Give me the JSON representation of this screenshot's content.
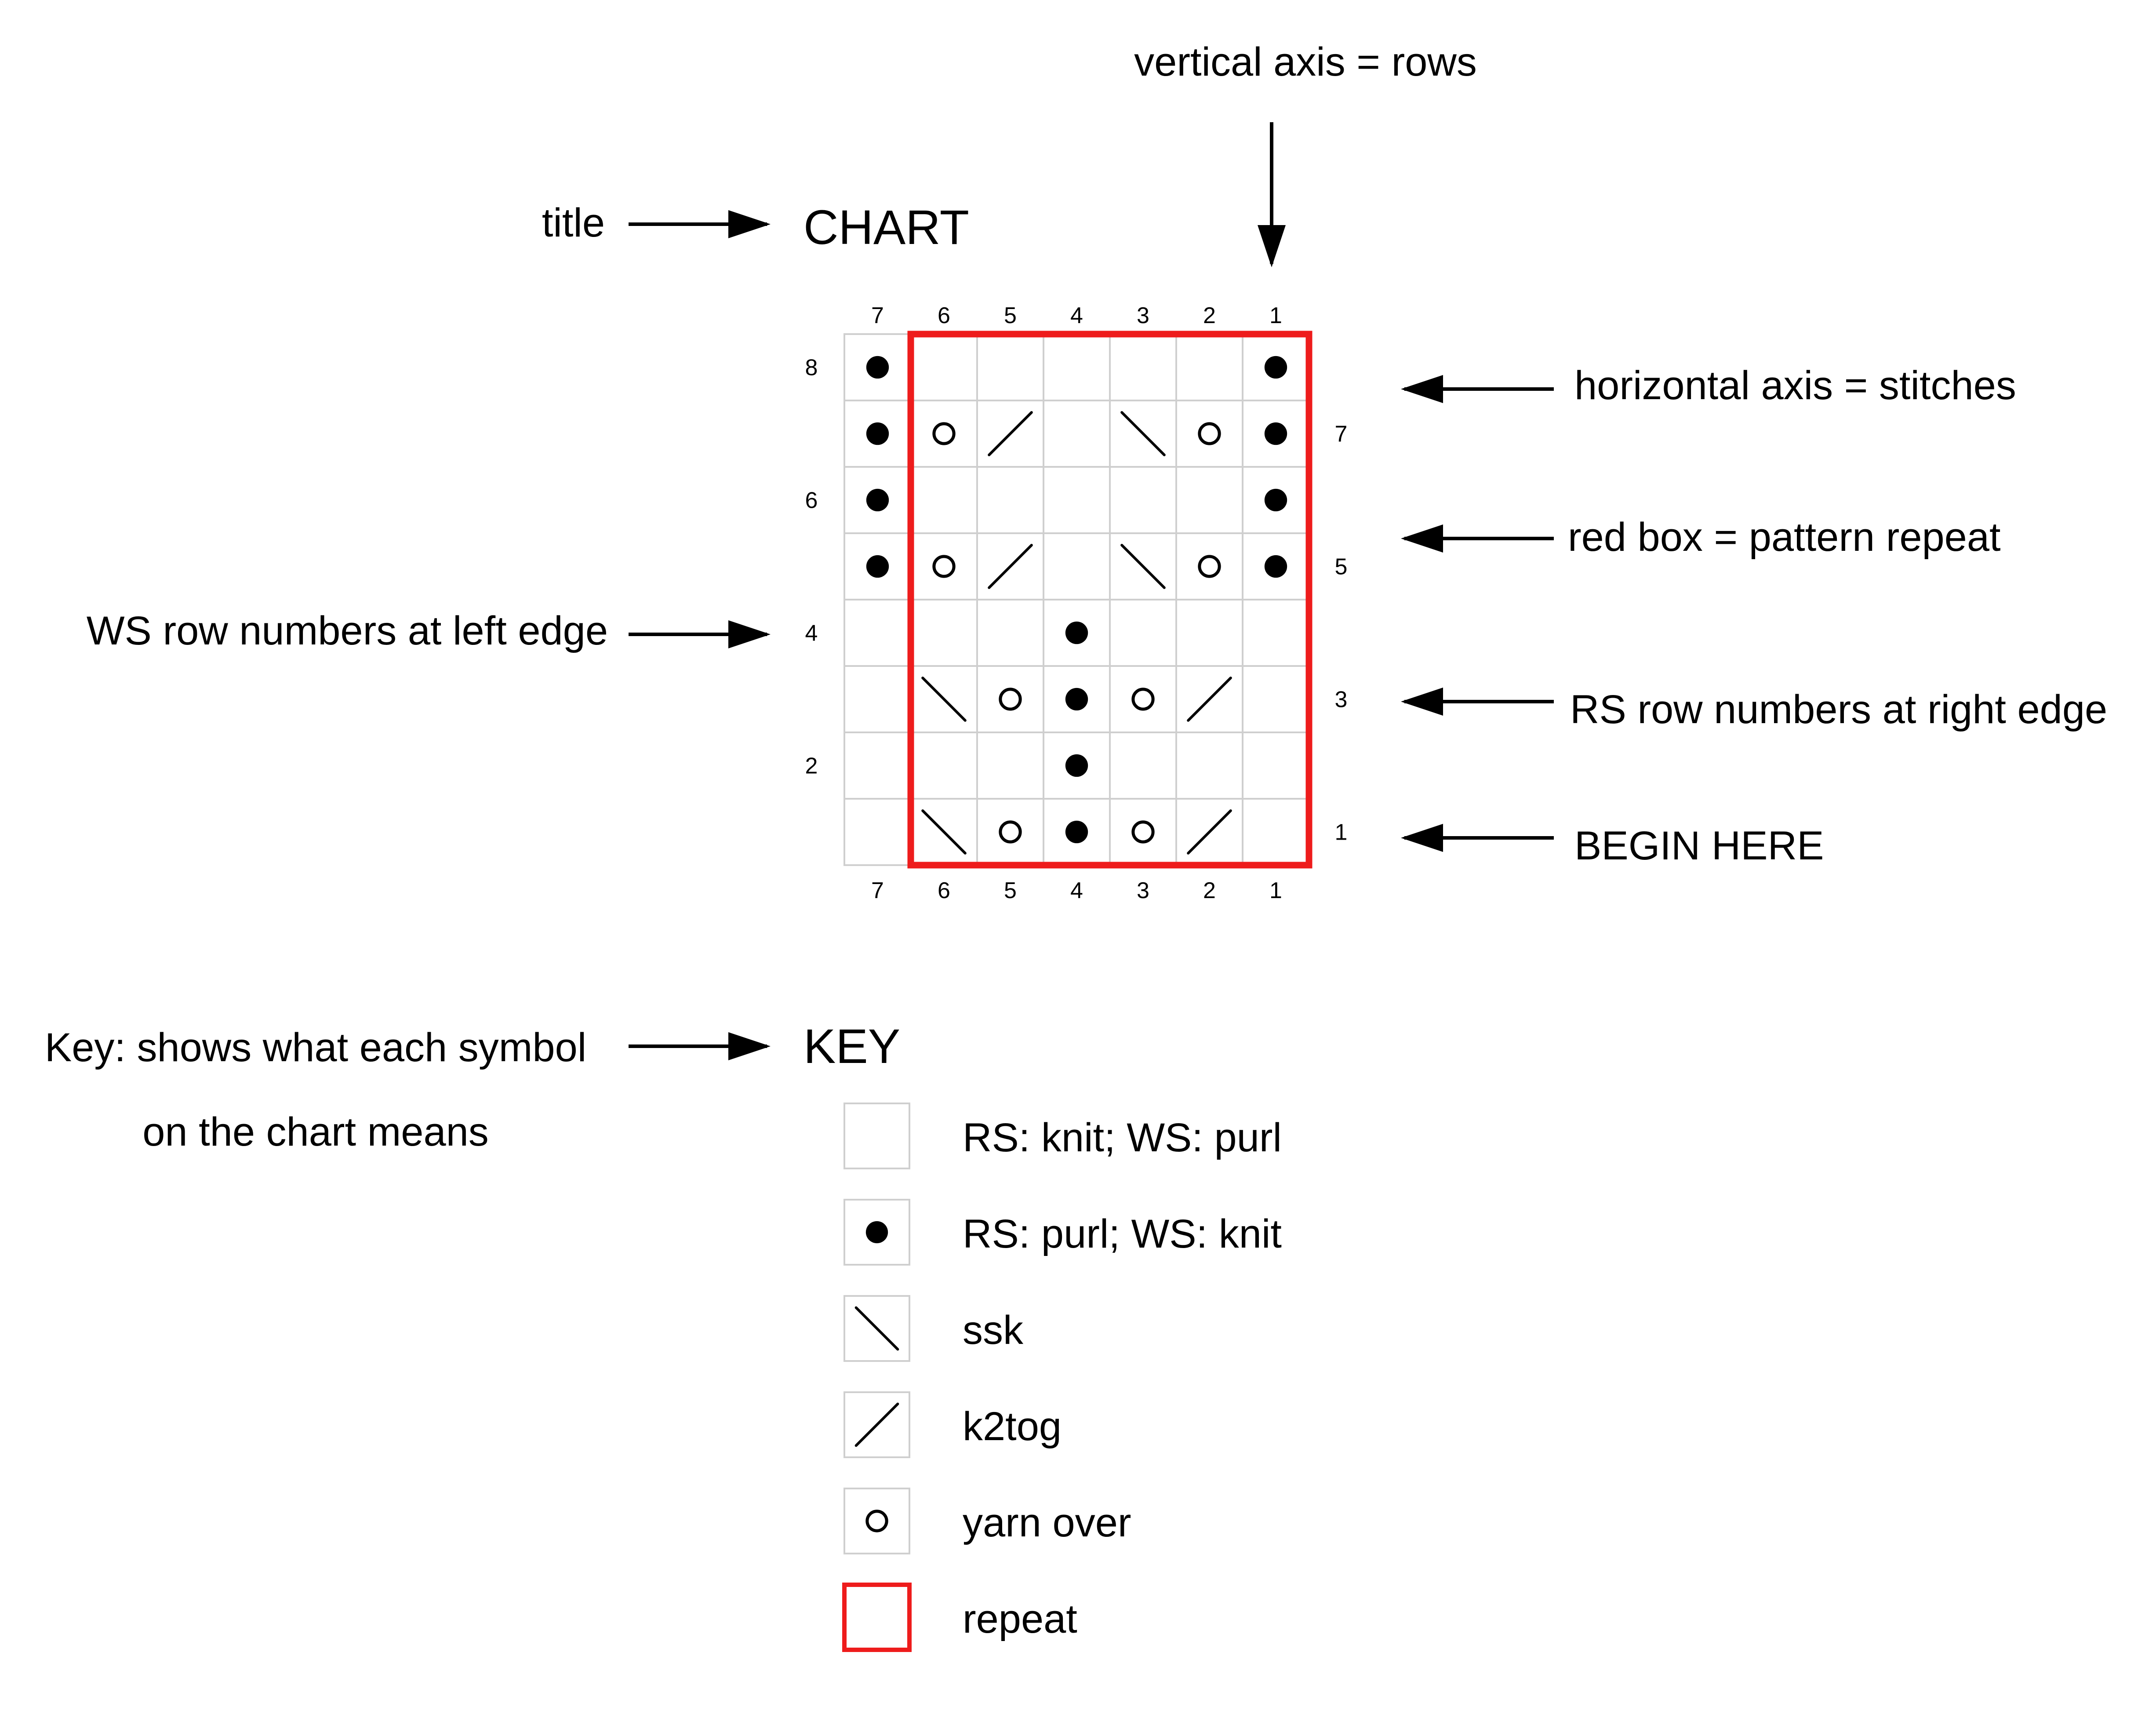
{
  "title": "CHART",
  "annotations": {
    "title": "title",
    "vertical_axis": "vertical axis = rows",
    "horizontal_axis": "horizontal axis = stitches",
    "red_box": "red box = pattern repeat",
    "ws_rows": "WS row numbers at left edge",
    "rs_rows": "RS row numbers at right edge",
    "begin": "BEGIN HERE",
    "key_line1": "Key: shows what each symbol",
    "key_line2": "on the chart means"
  },
  "colors": {
    "repeat": "#ee1c1c",
    "grid": "#cfcfcf",
    "ink": "#000000"
  },
  "chart": {
    "columns": [
      "7",
      "6",
      "5",
      "4",
      "3",
      "2",
      "1"
    ],
    "rows_top_to_bottom": [
      8,
      7,
      6,
      5,
      4,
      3,
      2,
      1
    ],
    "ws_row_labels": [
      {
        "row": 8,
        "label": "8"
      },
      {
        "row": 6,
        "label": "6"
      },
      {
        "row": 4,
        "label": "4"
      },
      {
        "row": 2,
        "label": "2"
      }
    ],
    "rs_row_labels": [
      {
        "row": 7,
        "label": "7"
      },
      {
        "row": 5,
        "label": "5"
      },
      {
        "row": 3,
        "label": "3"
      },
      {
        "row": 1,
        "label": "1"
      }
    ],
    "cells": [
      [
        "purl",
        "knit",
        "knit",
        "knit",
        "knit",
        "knit",
        "purl"
      ],
      [
        "purl",
        "yo",
        "k2tog",
        "knit",
        "ssk",
        "yo",
        "purl"
      ],
      [
        "purl",
        "knit",
        "knit",
        "knit",
        "knit",
        "knit",
        "purl"
      ],
      [
        "purl",
        "yo",
        "k2tog",
        "knit",
        "ssk",
        "yo",
        "purl"
      ],
      [
        "knit",
        "knit",
        "knit",
        "purl",
        "knit",
        "knit",
        "knit"
      ],
      [
        "knit",
        "ssk",
        "yo",
        "purl",
        "yo",
        "k2tog",
        "knit"
      ],
      [
        "knit",
        "knit",
        "knit",
        "purl",
        "knit",
        "knit",
        "knit"
      ],
      [
        "knit",
        "ssk",
        "yo",
        "purl",
        "yo",
        "k2tog",
        "knit"
      ]
    ],
    "repeat_columns": [
      "6",
      "1"
    ],
    "repeat_rows": [
      1,
      8
    ]
  },
  "key": {
    "title": "KEY",
    "items": [
      {
        "symbol": "knit",
        "label": "RS: knit; WS: purl"
      },
      {
        "symbol": "purl",
        "label": "RS: purl; WS: knit"
      },
      {
        "symbol": "ssk",
        "label": "ssk"
      },
      {
        "symbol": "k2tog",
        "label": "k2tog"
      },
      {
        "symbol": "yo",
        "label": "yarn over"
      },
      {
        "symbol": "repeat",
        "label": "repeat"
      }
    ]
  },
  "symbol_icons": {
    "knit": "blank-square-icon",
    "purl": "filled-dot-icon",
    "ssk": "backslash-line-icon",
    "k2tog": "forward-slash-line-icon",
    "yo": "open-circle-icon",
    "repeat": "red-box-icon"
  }
}
